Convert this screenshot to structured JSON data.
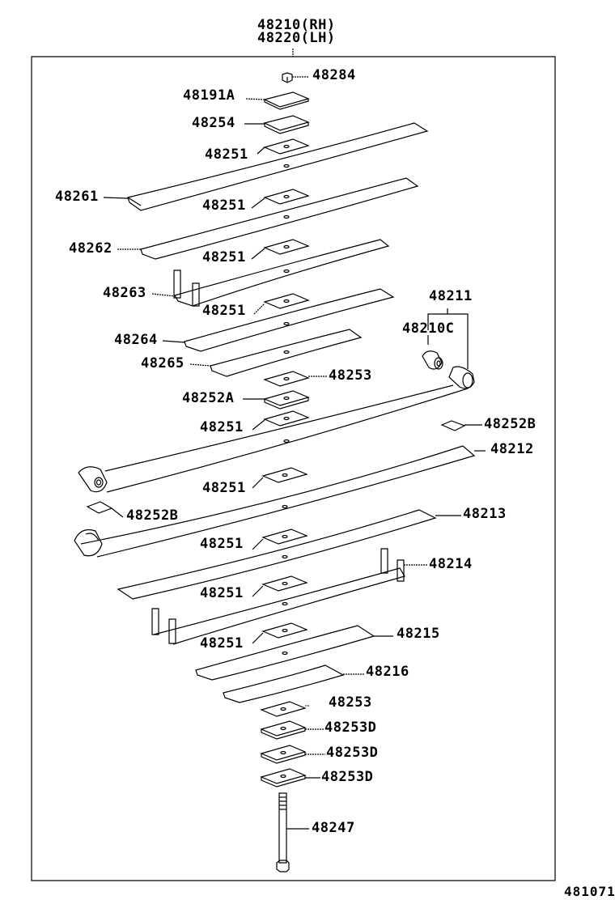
{
  "header": {
    "assembly_rh": "48210(RH)",
    "assembly_lh": "48220(LH)"
  },
  "figure_number": "481071",
  "colors": {
    "line": "#000000",
    "background": "#ffffff"
  },
  "parts": [
    {
      "id": "p48284",
      "label": "48284",
      "name": "nut"
    },
    {
      "id": "p48191a",
      "label": "48191A",
      "name": "plate"
    },
    {
      "id": "p48254",
      "label": "48254",
      "name": "plate"
    },
    {
      "id": "p48251a",
      "label": "48251",
      "name": "insert"
    },
    {
      "id": "p48261",
      "label": "48261",
      "name": "leaf spring no.1"
    },
    {
      "id": "p48251b",
      "label": "48251",
      "name": "insert"
    },
    {
      "id": "p48262",
      "label": "48262",
      "name": "leaf spring"
    },
    {
      "id": "p48251c",
      "label": "48251",
      "name": "insert"
    },
    {
      "id": "p48263",
      "label": "48263",
      "name": "leaf spring with clip"
    },
    {
      "id": "p48251d",
      "label": "48251",
      "name": "insert"
    },
    {
      "id": "p48211",
      "label": "48211",
      "name": "main leaf assembly"
    },
    {
      "id": "p48210c",
      "label": "48210C",
      "name": "bushing"
    },
    {
      "id": "p48264",
      "label": "48264",
      "name": "leaf spring"
    },
    {
      "id": "p48265",
      "label": "48265",
      "name": "leaf spring"
    },
    {
      "id": "p48253a",
      "label": "48253",
      "name": "spacer"
    },
    {
      "id": "p48252a",
      "label": "48252A",
      "name": "spacer"
    },
    {
      "id": "p48251e",
      "label": "48251",
      "name": "insert"
    },
    {
      "id": "p48252b1",
      "label": "48252B",
      "name": "insert"
    },
    {
      "id": "p48212",
      "label": "48212",
      "name": "leaf spring no.2"
    },
    {
      "id": "p48251f",
      "label": "48251",
      "name": "insert"
    },
    {
      "id": "p48252b2",
      "label": "48252B",
      "name": "insert"
    },
    {
      "id": "p48213",
      "label": "48213",
      "name": "leaf spring"
    },
    {
      "id": "p48251g",
      "label": "48251",
      "name": "insert"
    },
    {
      "id": "p48214",
      "label": "48214",
      "name": "leaf spring with clip"
    },
    {
      "id": "p48251h",
      "label": "48251",
      "name": "insert"
    },
    {
      "id": "p48251i",
      "label": "48251",
      "name": "insert"
    },
    {
      "id": "p48215",
      "label": "48215",
      "name": "leaf spring"
    },
    {
      "id": "p48216",
      "label": "48216",
      "name": "leaf spring"
    },
    {
      "id": "p48253b",
      "label": "48253",
      "name": "spacer"
    },
    {
      "id": "p48253d1",
      "label": "48253D",
      "name": "spacer"
    },
    {
      "id": "p48253d2",
      "label": "48253D",
      "name": "spacer"
    },
    {
      "id": "p48253d3",
      "label": "48253D",
      "name": "spacer"
    },
    {
      "id": "p48247",
      "label": "48247",
      "name": "center bolt"
    }
  ]
}
